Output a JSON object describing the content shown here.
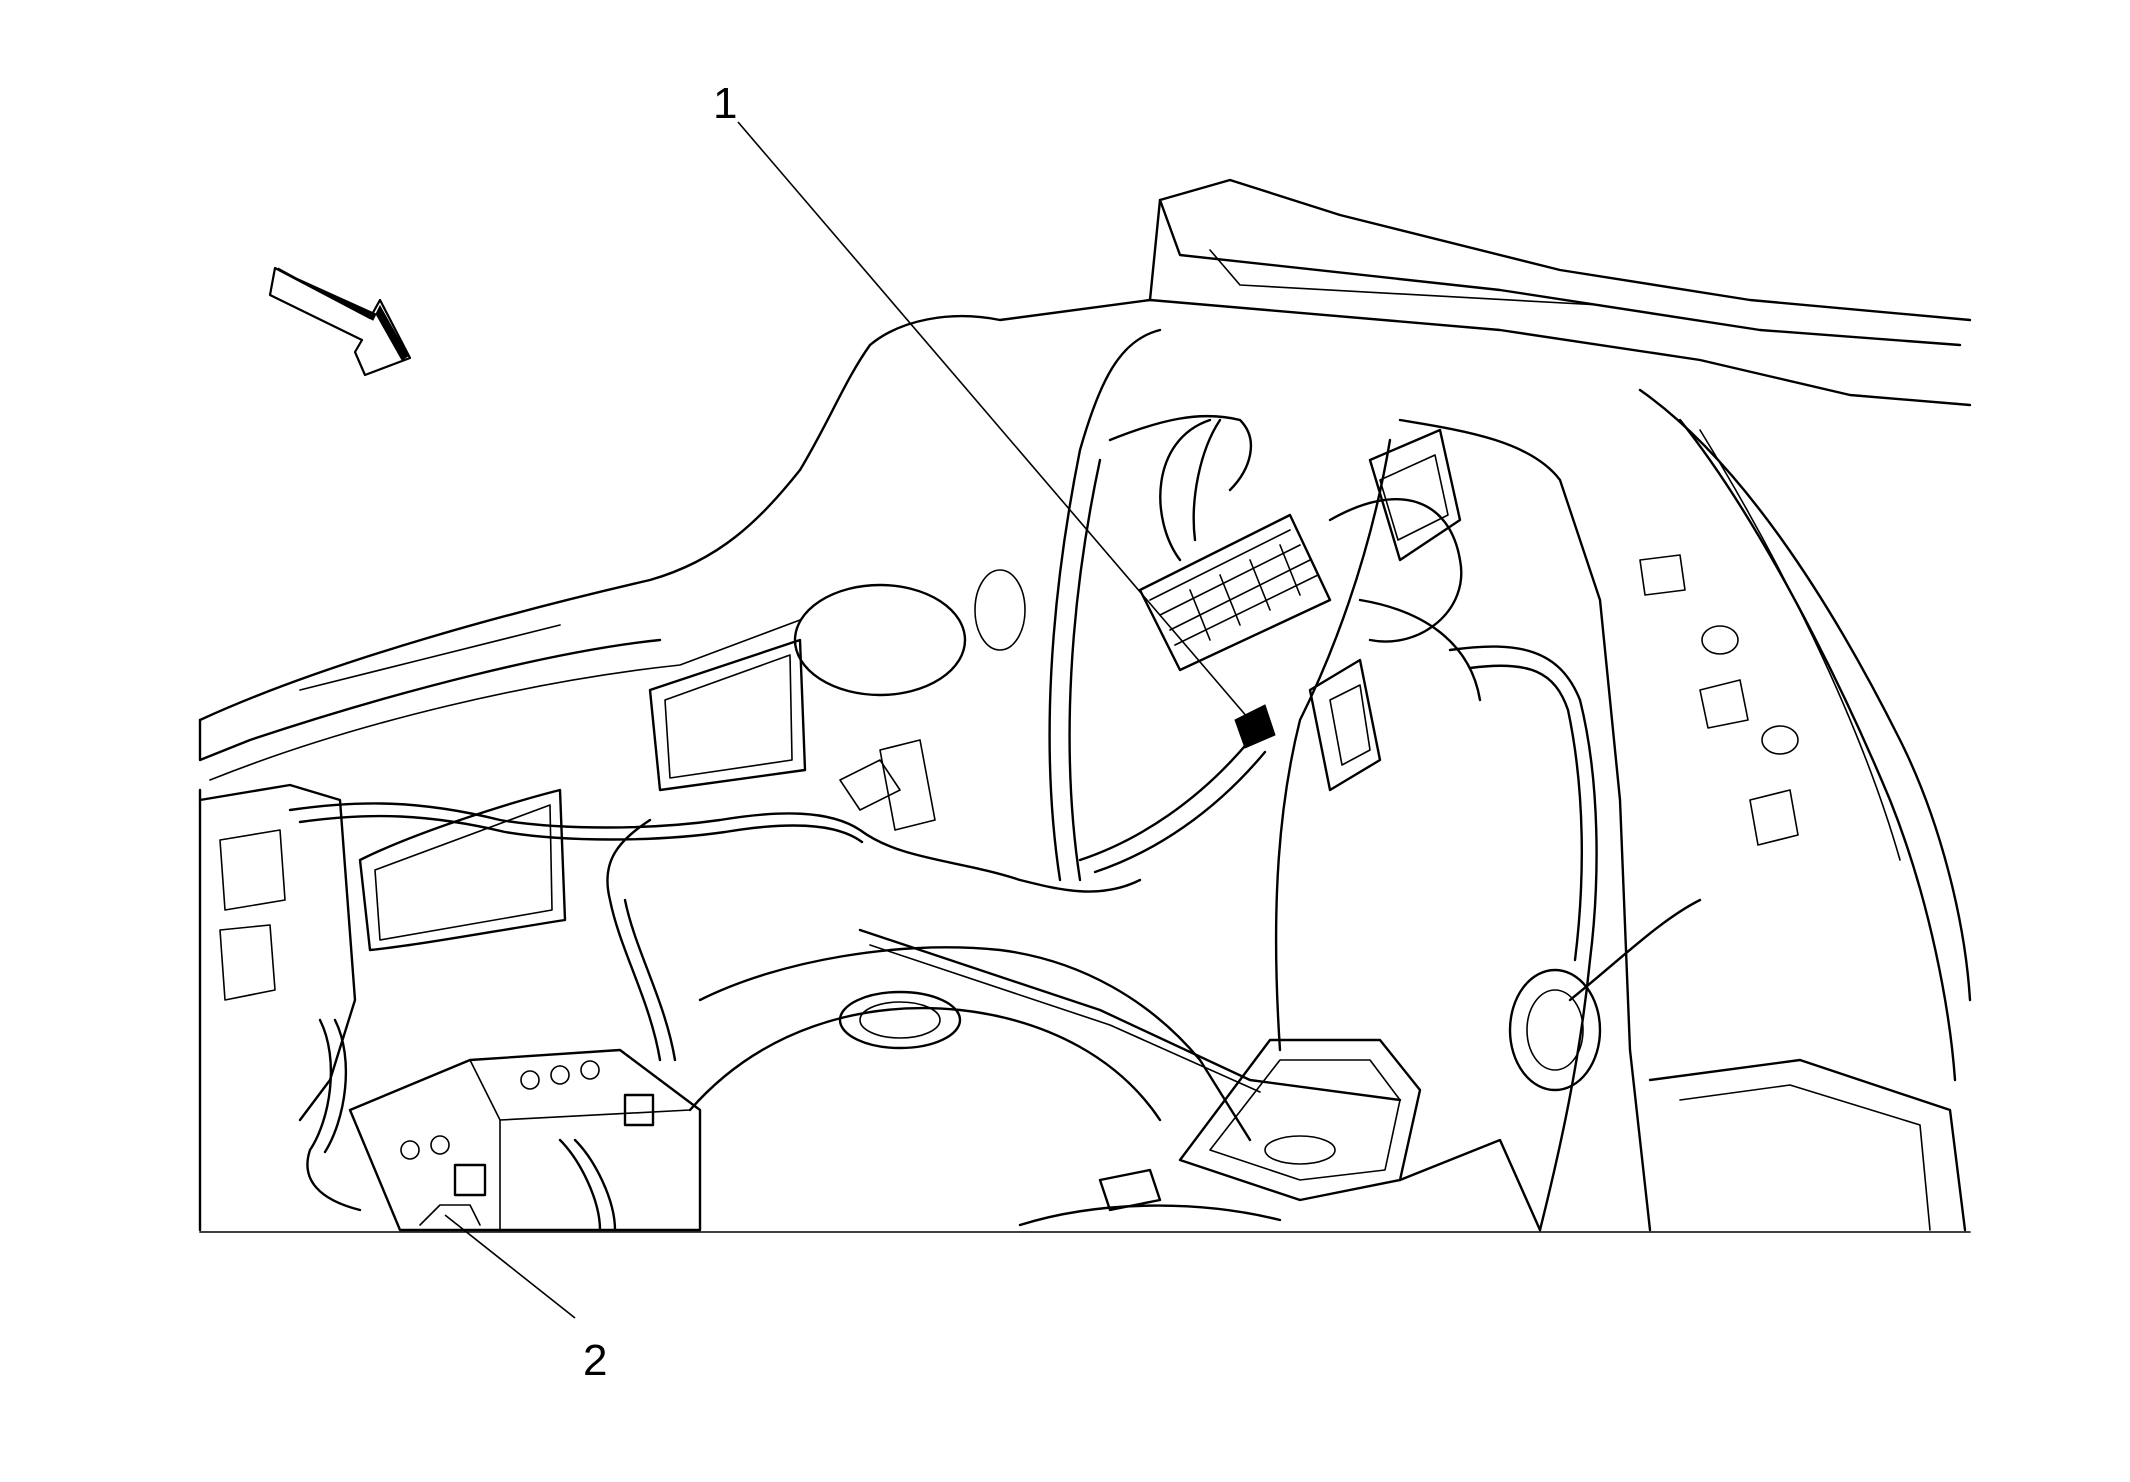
{
  "callouts": [
    {
      "id": "1",
      "label": "1"
    },
    {
      "id": "2",
      "label": "2"
    }
  ],
  "icons": [
    "direction-arrow-icon"
  ],
  "colors": {
    "line": "#000000",
    "background": "#ffffff"
  }
}
